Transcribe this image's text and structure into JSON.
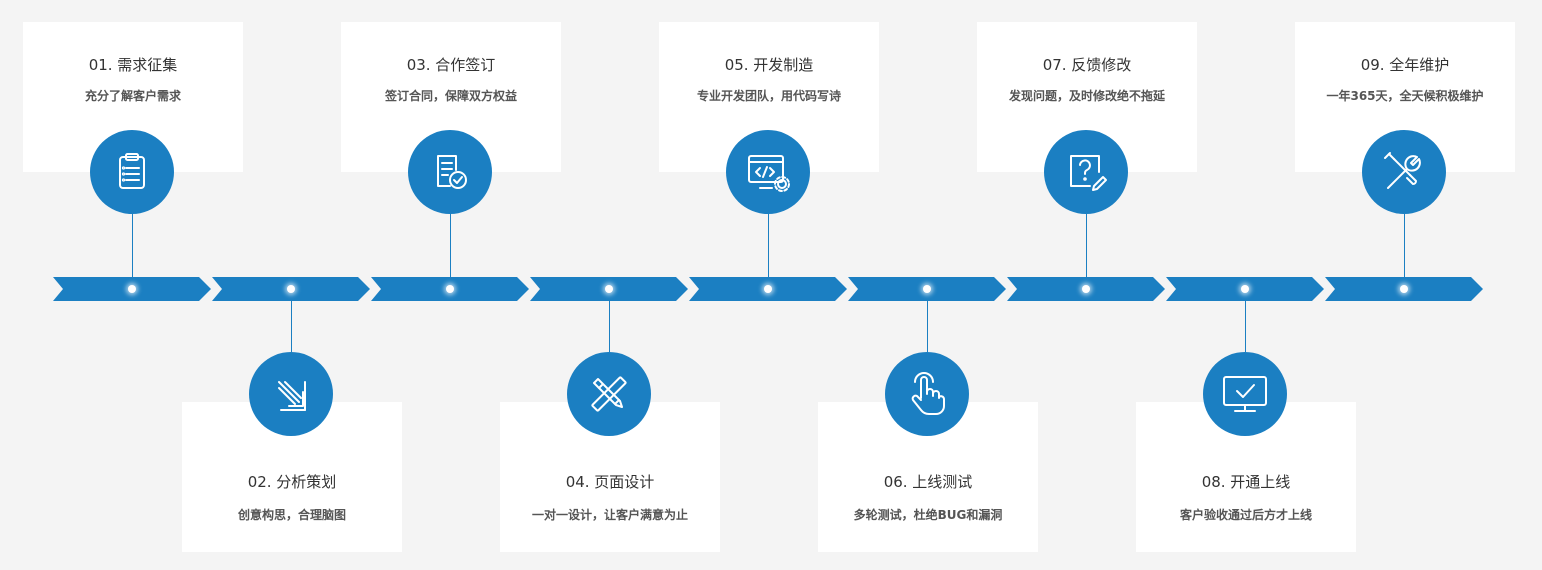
{
  "colors": {
    "accent": "#1b7fc2",
    "background": "#f4f4f4",
    "card": "#ffffff"
  },
  "steps": [
    {
      "title": "01. 需求征集",
      "desc": "充分了解客户需求",
      "icon": "clipboard-icon"
    },
    {
      "title": "02. 分析策划",
      "desc": "创意构思，合理脑图",
      "icon": "arrow-diagonal-icon"
    },
    {
      "title": "03. 合作签订",
      "desc": "签订合同，保障双方权益",
      "icon": "contract-check-icon"
    },
    {
      "title": "04. 页面设计",
      "desc": "一对一设计，让客户满意为止",
      "icon": "pencil-ruler-icon"
    },
    {
      "title": "05. 开发制造",
      "desc": "专业开发团队，用代码写诗",
      "icon": "code-window-gear-icon"
    },
    {
      "title": "06. 上线测试",
      "desc": "多轮测试，杜绝BUG和漏洞",
      "icon": "hand-pointer-icon"
    },
    {
      "title": "07. 反馈修改",
      "desc": "发现问题，及时修改绝不拖延",
      "icon": "question-edit-icon"
    },
    {
      "title": "08. 开通上线",
      "desc": "客户验收通过后方才上线",
      "icon": "monitor-check-icon"
    },
    {
      "title": "09. 全年维护",
      "desc": "一年365天，全天候积极维护",
      "icon": "wrench-screwdriver-icon"
    }
  ]
}
